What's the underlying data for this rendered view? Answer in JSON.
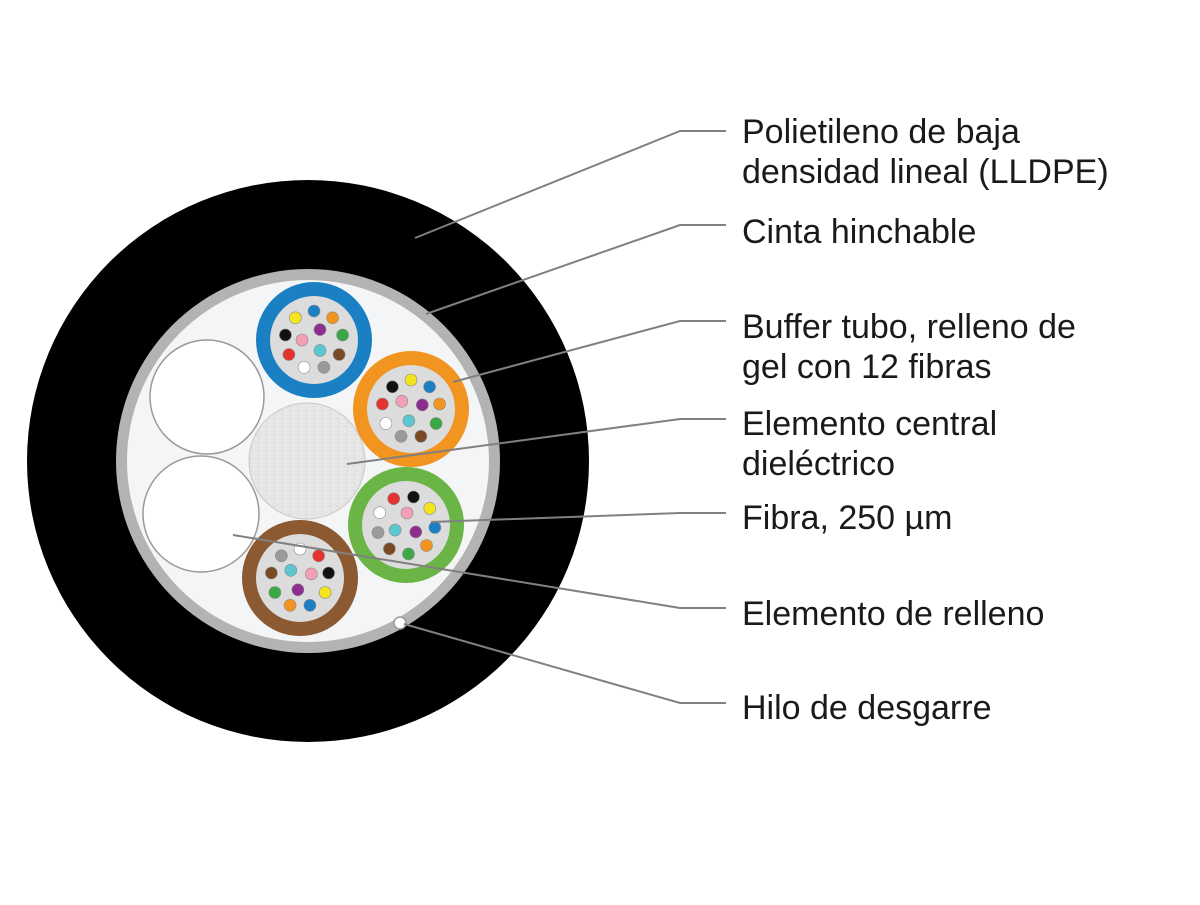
{
  "labels": {
    "lldpe": {
      "line1": "Polietileno de baja",
      "line2": "densidad lineal (LLDPE)"
    },
    "cinta": {
      "line1": "Cinta hinchable"
    },
    "buffer": {
      "line1": "Buffer tubo, relleno de",
      "line2": "gel con 12 fibras"
    },
    "central": {
      "line1": "Elemento central",
      "line2": "dieléctrico"
    },
    "fibra": {
      "line1": "Fibra, 250 µm"
    },
    "relleno": {
      "line1": "Elemento de relleno"
    },
    "hilo": {
      "line1": "Hilo de desgarre"
    }
  },
  "colors": {
    "jacket": "#000000",
    "swell_tape": "#b3b3b3",
    "interior": "#f4f5f6",
    "leader_line": "#808080",
    "tube_blue": "#1b7fc3",
    "tube_orange": "#f29420",
    "tube_green": "#6ab545",
    "tube_brown": "#8b5a32",
    "filler": "#ffffff",
    "central": "#e8e8e8",
    "gel": "#dcdcdc"
  },
  "fiber_colors": [
    "#1b7fc3",
    "#f29420",
    "#3aa845",
    "#7a4a26",
    "#9a9a9a",
    "#ffffff",
    "#e33430",
    "#111111",
    "#f4e41c",
    "#8e2c90",
    "#5cc6d0",
    "#f2a0b5"
  ]
}
